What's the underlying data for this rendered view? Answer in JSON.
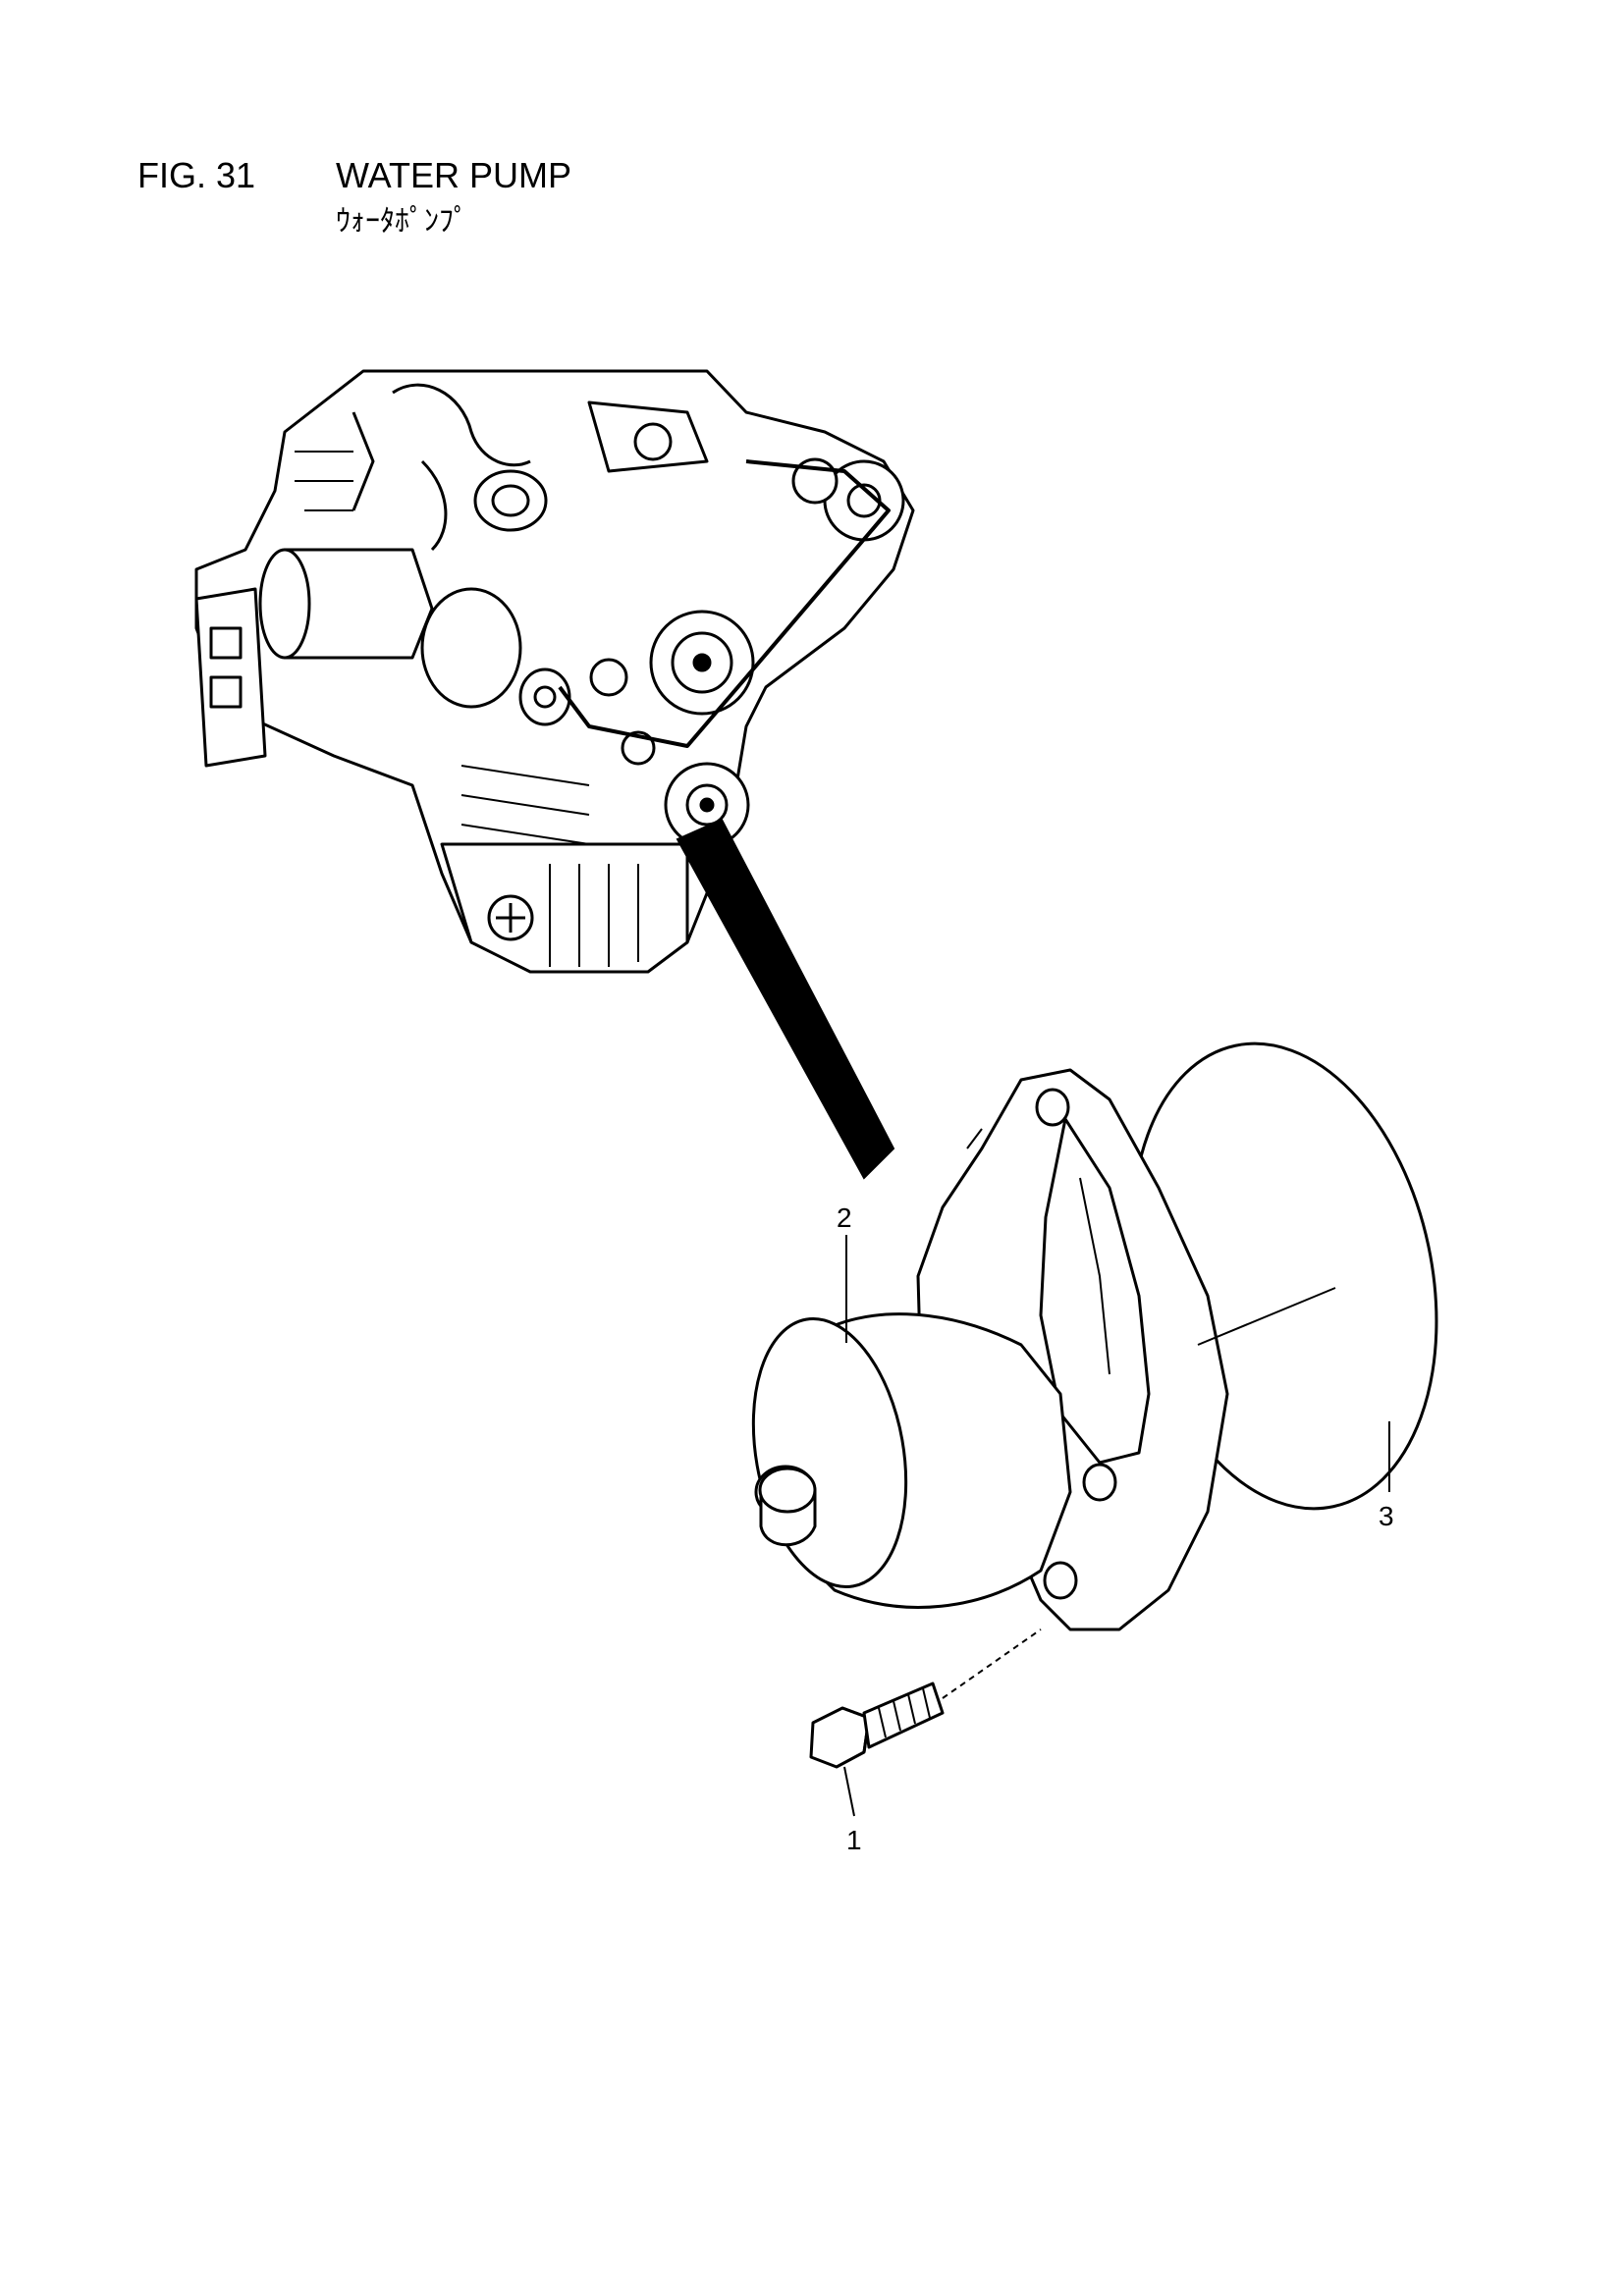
{
  "header": {
    "fig_number": "FIG. 31",
    "title": "WATER PUMP",
    "title_jp": "ｳｫｰﾀﾎﾟﾝﾌﾟ"
  },
  "callouts": [
    {
      "id": "1",
      "label": "1"
    },
    {
      "id": "2",
      "label": "2"
    },
    {
      "id": "3",
      "label": "3"
    }
  ],
  "colors": {
    "ink": "#000000",
    "paper": "#ffffff"
  }
}
